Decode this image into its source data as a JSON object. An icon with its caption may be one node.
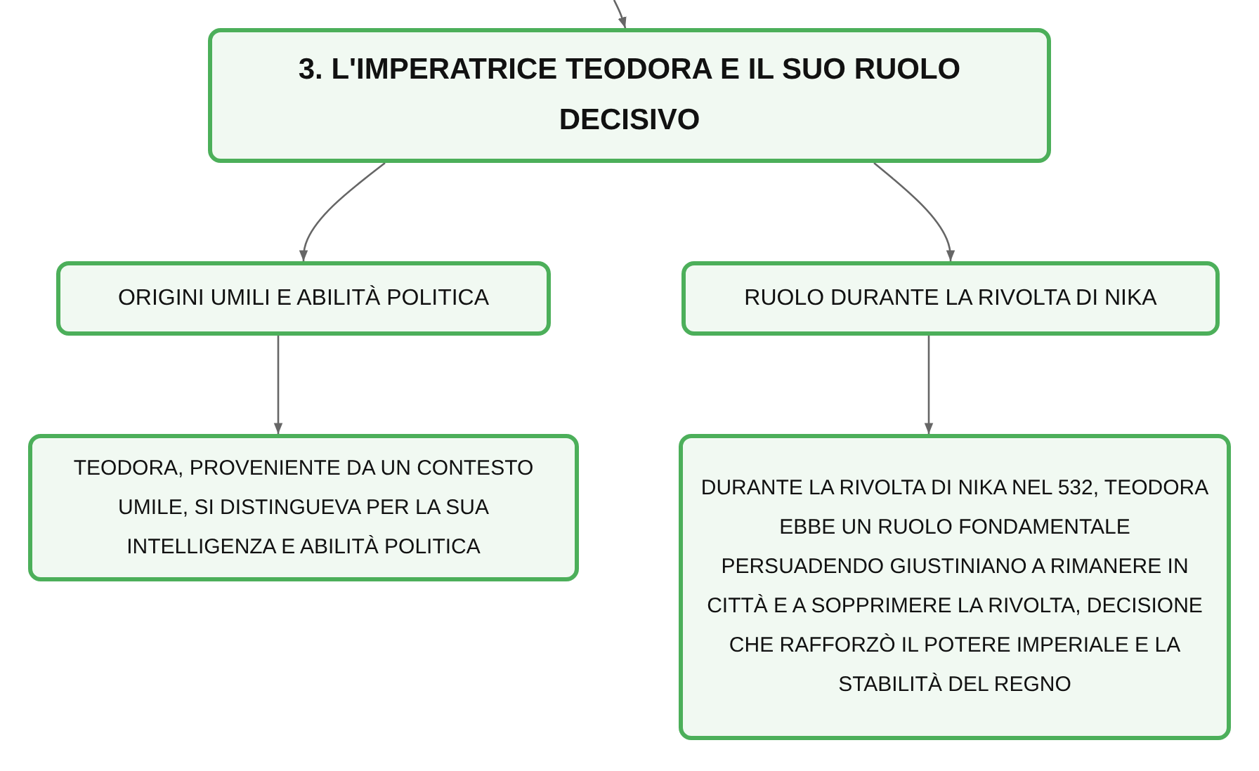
{
  "diagram": {
    "nodes": [
      {
        "text": [
          "3. L'IMPERATRICE TEODORA E IL SUO RUOLO DECISIVO"
        ]
      },
      {
        "text": [
          "ORIGINI UMILI E ABILITÀ POLITICA"
        ]
      },
      {
        "text": [
          "RUOLO DURANTE LA RIVOLTA DI NIKA"
        ]
      },
      {
        "text": [
          "TEODORA, PROVENIENTE DA UN CONTESTO UMILE, SI DISTINGUEVA PER LA SUA INTELLIGENZA E ABILITÀ POLITICA"
        ]
      },
      {
        "text": [
          "DURANTE LA RIVOLTA DI NIKA NEL 532, TEODORA EBBE UN RUOLO FONDAMENTALE PERSUADENDO GIUSTINIANO A RIMANERE IN CITTÀ E A SOPPRIMERE LA RIVOLTA, DECISIONE CHE RAFFORZÒ IL POTERE IMPERIALE E LA STABILITÀ DEL REGNO"
        ]
      }
    ],
    "edges": [
      {
        "from": null,
        "to": 0,
        "arrow": "to"
      },
      {
        "from": 0,
        "to": 1,
        "arrow": "to"
      },
      {
        "from": 0,
        "to": 2,
        "arrow": "to"
      },
      {
        "from": 1,
        "to": 3,
        "arrow": "to"
      },
      {
        "from": 2,
        "to": 4,
        "arrow": "to"
      }
    ]
  }
}
